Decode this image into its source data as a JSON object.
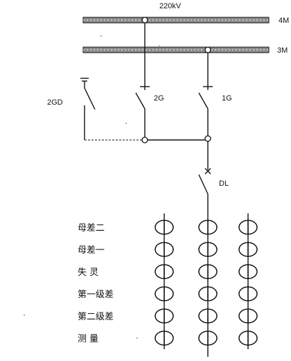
{
  "diagram": {
    "voltage_label": "220kV",
    "bus_4_label": "4M",
    "bus_3_label": "3M",
    "ground_switch_label": "2GD",
    "switch_2_label": "2G",
    "switch_1_label": "1G",
    "breaker_label": "DL",
    "ct_rows": [
      {
        "label": "母差二"
      },
      {
        "label": "母差一"
      },
      {
        "label": "失 灵"
      },
      {
        "label": "第一级差"
      },
      {
        "label": "第二级差"
      },
      {
        "label": "测 量"
      }
    ],
    "colors": {
      "line": "#111111",
      "bus_fill": "#8c8c8c",
      "background": "#ffffff"
    }
  }
}
